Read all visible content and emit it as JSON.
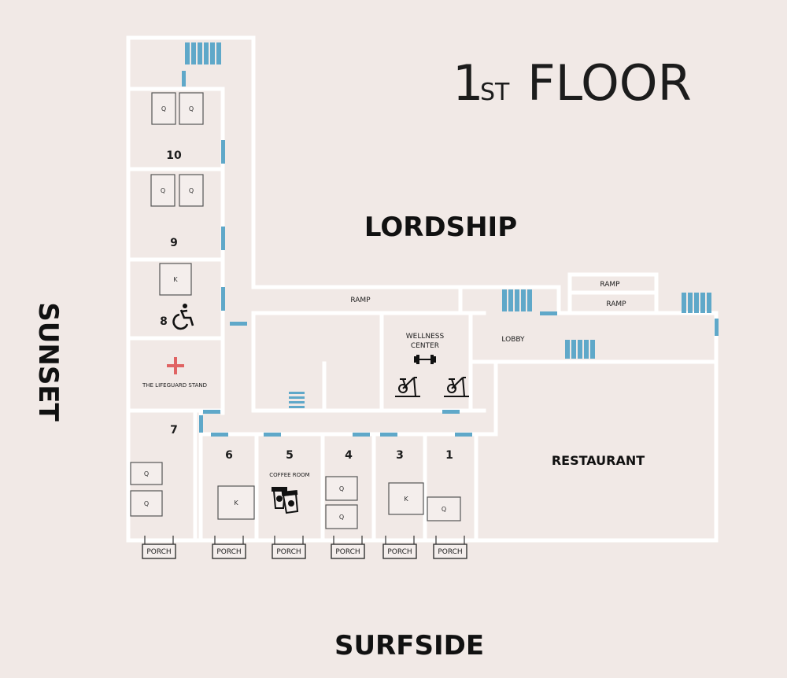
{
  "floor_title": {
    "number": "1",
    "suffix": "ST",
    "word": "FLOOR"
  },
  "streets": {
    "north": "LORDSHIP",
    "west": "SUNSET",
    "south": "SURFSIDE"
  },
  "areas": {
    "ramp_main": "RAMP",
    "ramp_upper": "RAMP",
    "ramp_lower": "RAMP",
    "wellness_line1": "WELLNESS",
    "wellness_line2": "CENTER",
    "lobby": "LOBBY",
    "lifeguard": "THE LIFEGUARD STAND",
    "coffee": "COFFEE ROOM",
    "restaurant": "RESTAURANT"
  },
  "rooms": {
    "r10": {
      "number": "10",
      "beds": [
        "Q",
        "Q"
      ]
    },
    "r9": {
      "number": "9",
      "beds": [
        "Q",
        "Q"
      ]
    },
    "r8": {
      "number": "8",
      "beds": [
        "K"
      ]
    },
    "r7": {
      "number": "7",
      "beds": [
        "Q",
        "Q"
      ]
    },
    "r6": {
      "number": "6",
      "beds": [
        "K"
      ]
    },
    "r5": {
      "number": "5"
    },
    "r4": {
      "number": "4",
      "beds": [
        "Q",
        "Q"
      ]
    },
    "r3": {
      "number": "3",
      "beds": [
        "K"
      ]
    },
    "r1": {
      "number": "1",
      "beds": [
        "Q"
      ]
    }
  },
  "porch_label": "PORCH",
  "colors": {
    "background": "#f1e9e6",
    "walls": "#ffffff",
    "stairs": "#5fa8c9",
    "lifeguard_cross": "#e06363"
  },
  "icons": [
    "accessible-icon",
    "lifeguard-cross-icon",
    "dumbbell-icon",
    "exercise-bike-icon",
    "coffee-cups-icon",
    "stairs-icon"
  ]
}
